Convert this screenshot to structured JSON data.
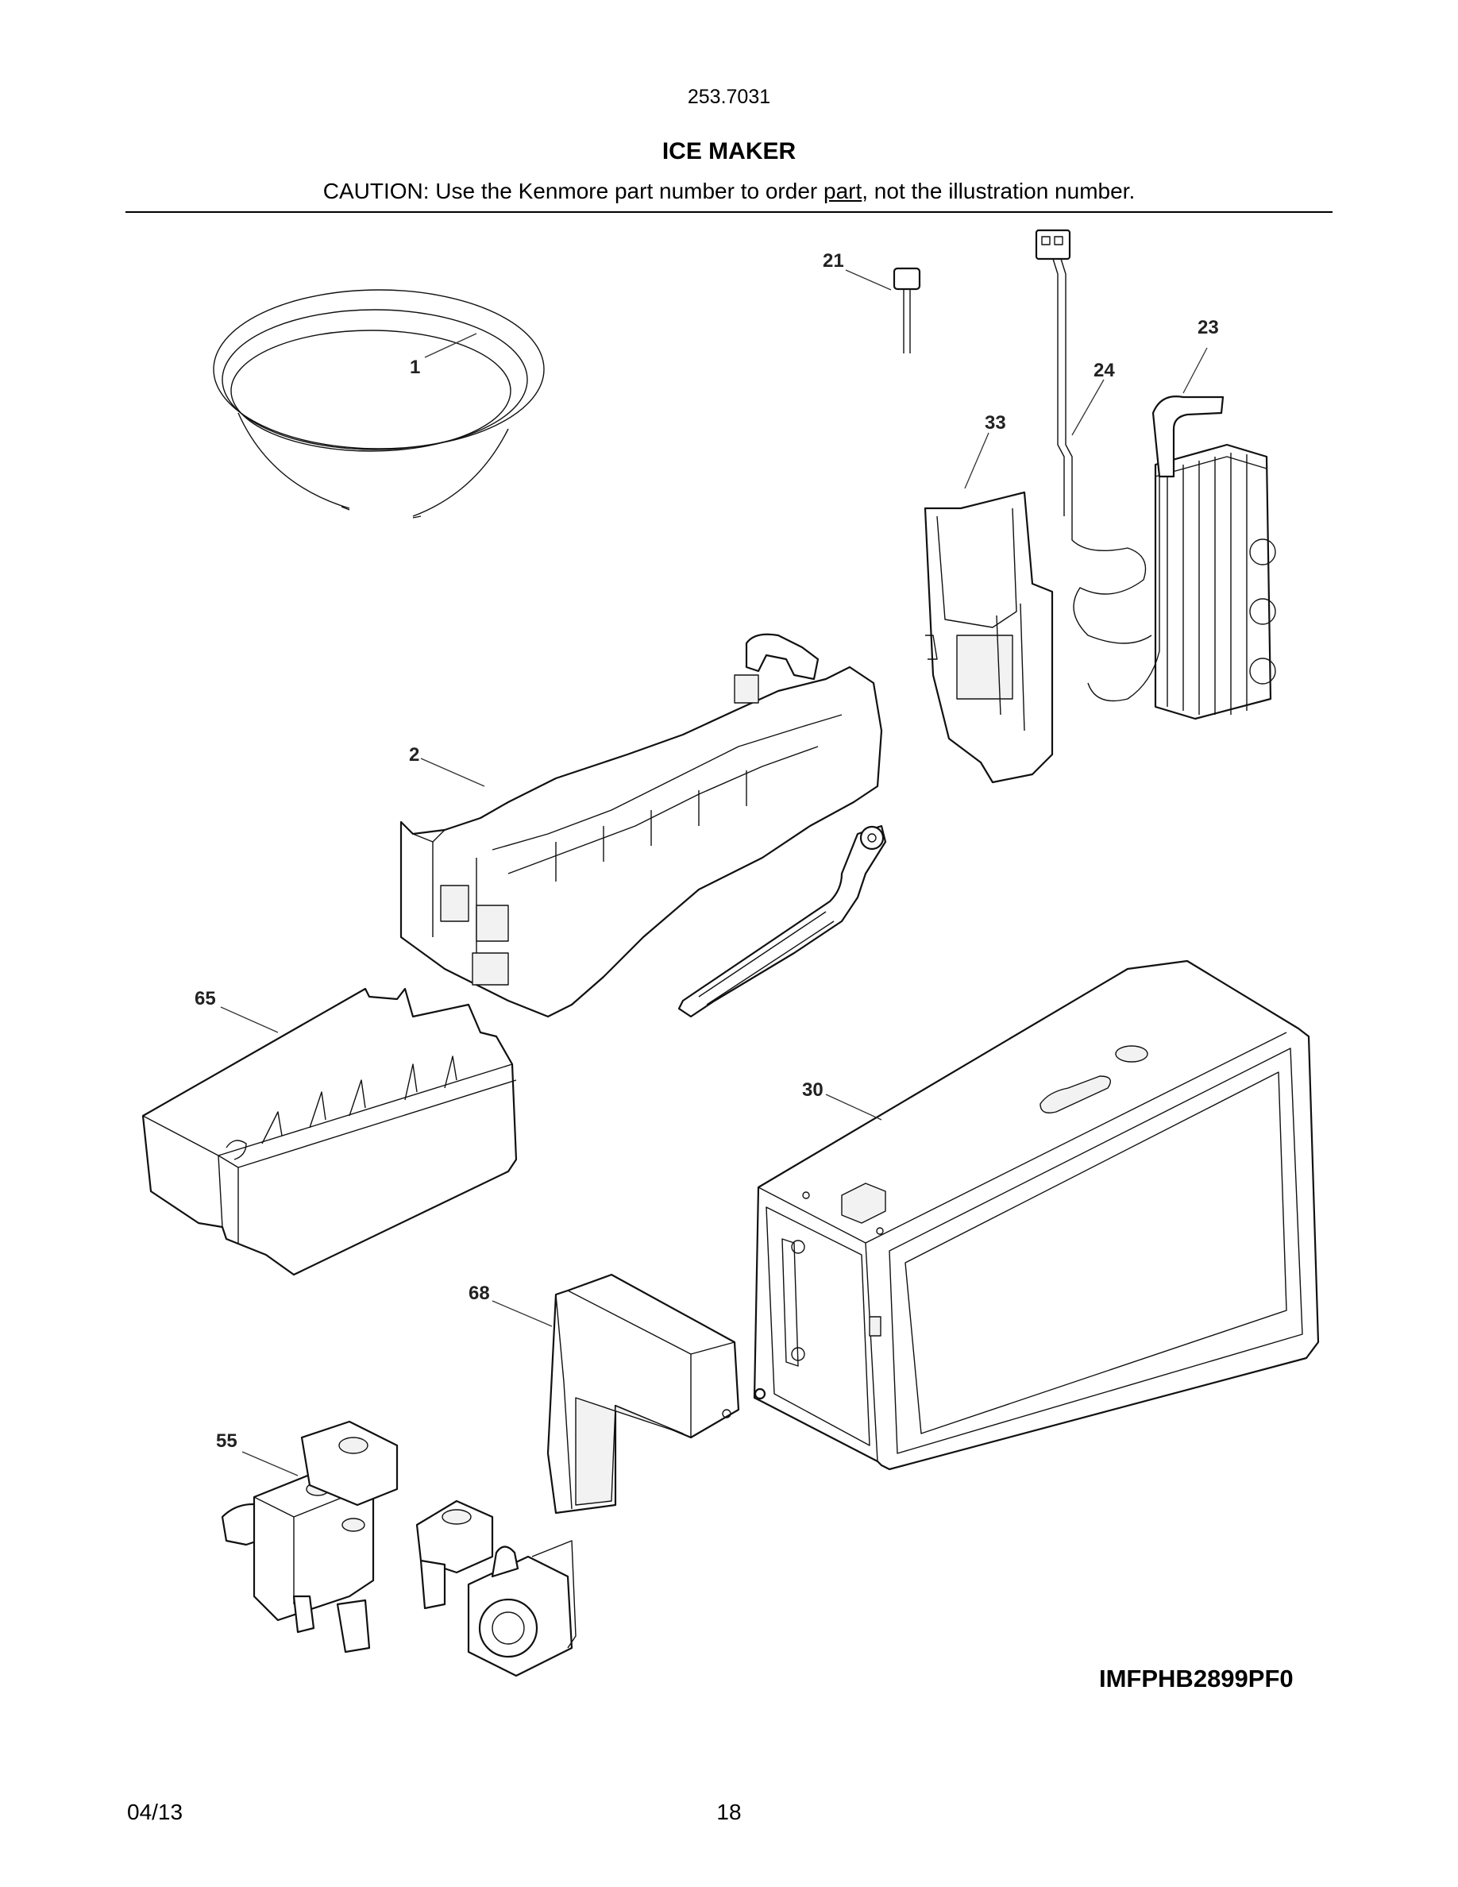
{
  "header": {
    "model_number": "253.7031",
    "title": "ICE MAKER",
    "caution_before": "CAUTION: Use the Kenmore part number to order ",
    "caution_link": "part",
    "caution_after": ", not the illustration number."
  },
  "diagram": {
    "code": "IMFPHB2899PF0",
    "labels": {
      "p1": "1",
      "p2": "2",
      "p21": "21",
      "p23": "23",
      "p24": "24",
      "p30": "30",
      "p33": "33",
      "p55": "55",
      "p65": "65",
      "p68": "68"
    }
  },
  "footer": {
    "date": "04/13",
    "page_number": "18"
  }
}
